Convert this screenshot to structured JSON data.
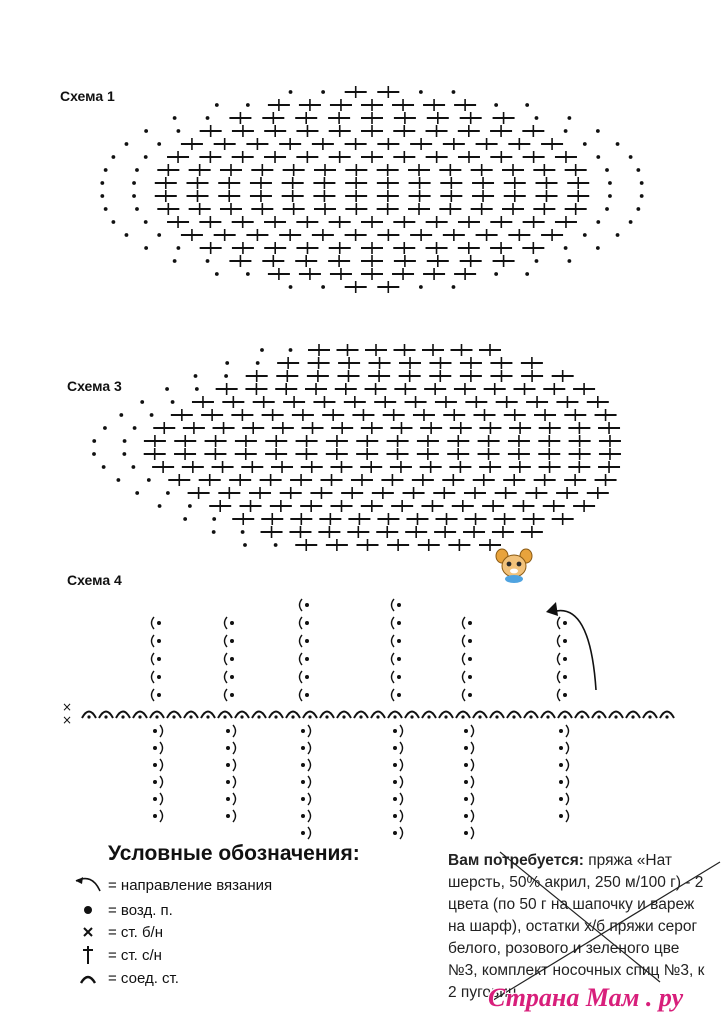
{
  "schemes": {
    "s1_label": "Схема 1",
    "s3_label": "Схема 3",
    "s4_label": "Схема 4"
  },
  "legend": {
    "title": "Условные обозначения:",
    "items": [
      {
        "icon": "arrow-icon",
        "text": "= направление вязания"
      },
      {
        "icon": "dot-icon",
        "text": "= возд. п."
      },
      {
        "icon": "cross-icon",
        "text": "= ст. б/н"
      },
      {
        "icon": "dagger-icon",
        "text": "= ст. с/н"
      },
      {
        "icon": "arc-icon",
        "text": "= соед. ст."
      }
    ]
  },
  "text_block": {
    "lead": "Вам потребуется:",
    "line1_rest": " пряжа «Нат",
    "line2": "шерсть, 50% акрил, 250 м/100 г) - 2",
    "line3": "цвета (по 50 г на шапочку и вареж",
    "line4": "на шарф), остатки х/б пряжи серог",
    "line5": "белого, розового и зеленого цве",
    "line6": "№3, комплект носочных спиц №3, к",
    "line7": "2 пуговиц"
  },
  "watermark": "Страна Мам . ру",
  "colors": {
    "ink": "#111111",
    "watermark": "#d81f7b",
    "mascot": "#e8a33c"
  }
}
